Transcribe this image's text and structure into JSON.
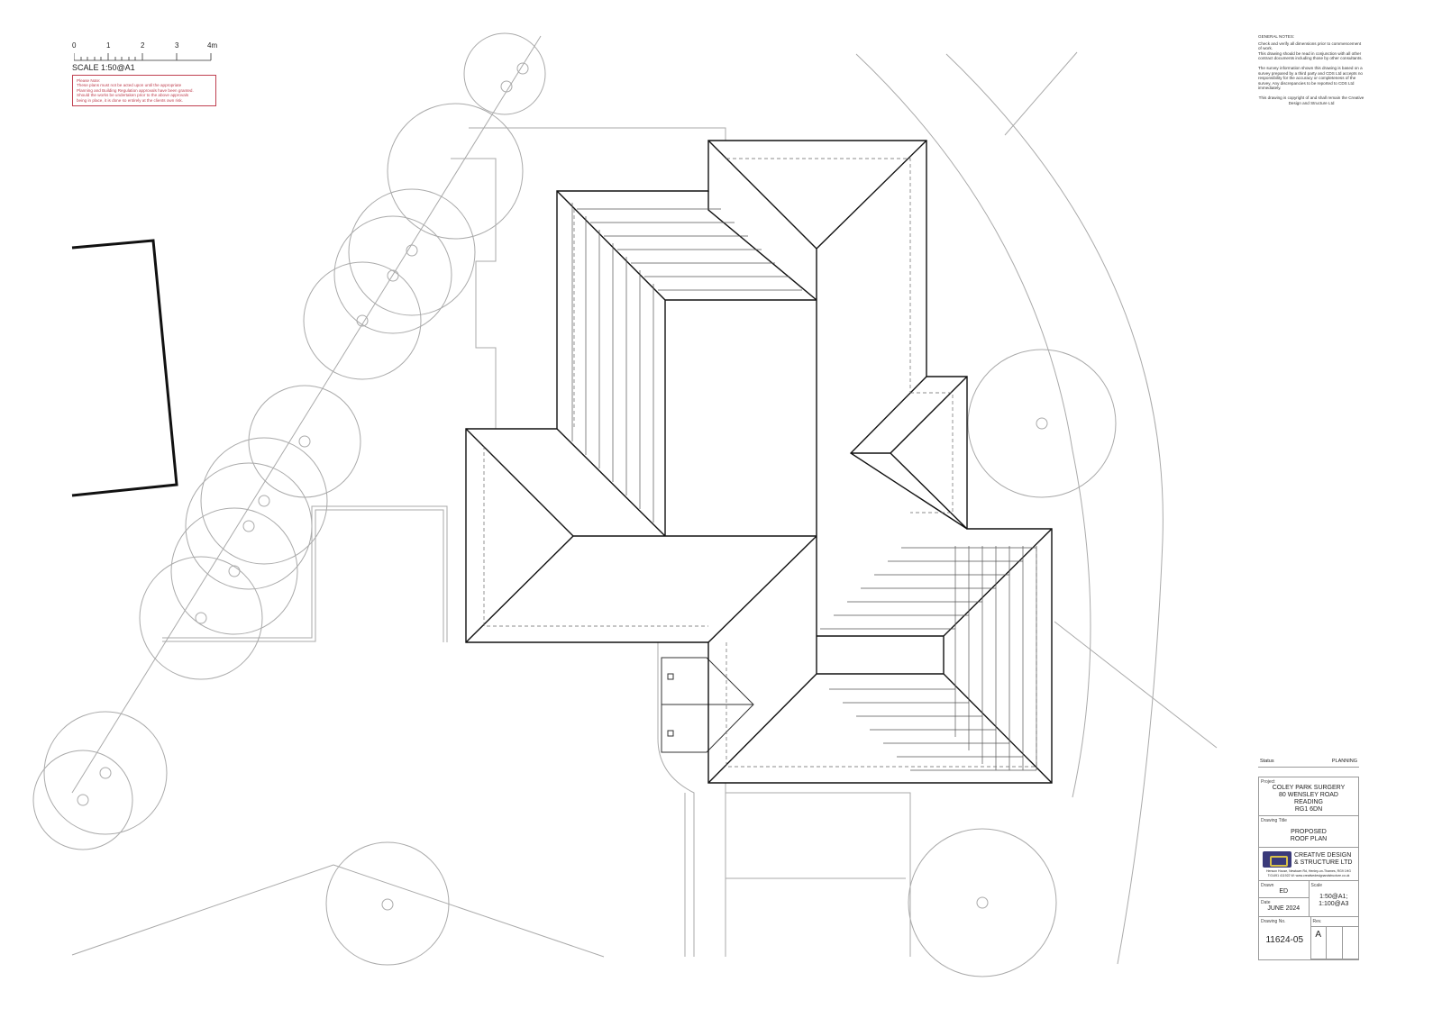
{
  "scale_bar": {
    "ticks": [
      "0",
      "1",
      "2",
      "3",
      "4m"
    ],
    "label": "SCALE 1:50@A1"
  },
  "warning": {
    "title": "Please Note:",
    "lines": [
      "These plans must not be acted upon until the appropriate",
      "Planning and Building Regulation approvals have been granted.",
      "Should the works be undertaken prior to the above approvals",
      "being in place, it is done so entirely at the clients own risk."
    ],
    "color": "#c04050"
  },
  "general_notes": {
    "title": "GENERAL NOTES:",
    "paragraphs": [
      "Check and verify all dimensions prior to commencement of work.",
      "This drawing should be read in conjunction with all other contract documents including those by other consultants.",
      "The survey information shown this drawing is based on a survey prepared by a third party and CDS Ltd accepts no responsibility for the accuracy or completeness of the survey. Any discrepancies to be reported to CDS Ltd immediately.",
      "This drawing is copyright of and shall remain the Creative Design and Structure Ltd"
    ]
  },
  "title_block": {
    "status_label": "Status",
    "status_value": "PLANNING",
    "project_label": "Project",
    "project_lines": [
      "COLEY PARK SURGERY",
      "80 WENSLEY ROAD",
      "READING",
      "RG1 6DN"
    ],
    "drawing_title_label": "Drawing Title",
    "drawing_title_lines": [
      "PROPOSED",
      "ROOF PLAN"
    ],
    "company_name_lines": [
      "CREATIVE DESIGN",
      "& STRUCTURE LTD"
    ],
    "company_address": "Henson House, Newtown Rd, Henley-on-Thames, RG9 1HG",
    "company_contact": "T:01491 411922  W: www.creativedesignandstructure.co.uk",
    "drawn_label": "Drawn",
    "drawn_value": "ED",
    "scale_label": "Scale",
    "scale_lines": [
      "1:50@A1;",
      "1:100@A3"
    ],
    "date_label": "Date",
    "date_value": "JUNE 2024",
    "drawing_no_label": "Drawing No.",
    "drawing_no_value": "11624-05",
    "rev_label": "Rev.",
    "rev_value": "A",
    "logo_colors": {
      "primary": "#3a3a7a",
      "accent": "#d8c14a"
    }
  }
}
